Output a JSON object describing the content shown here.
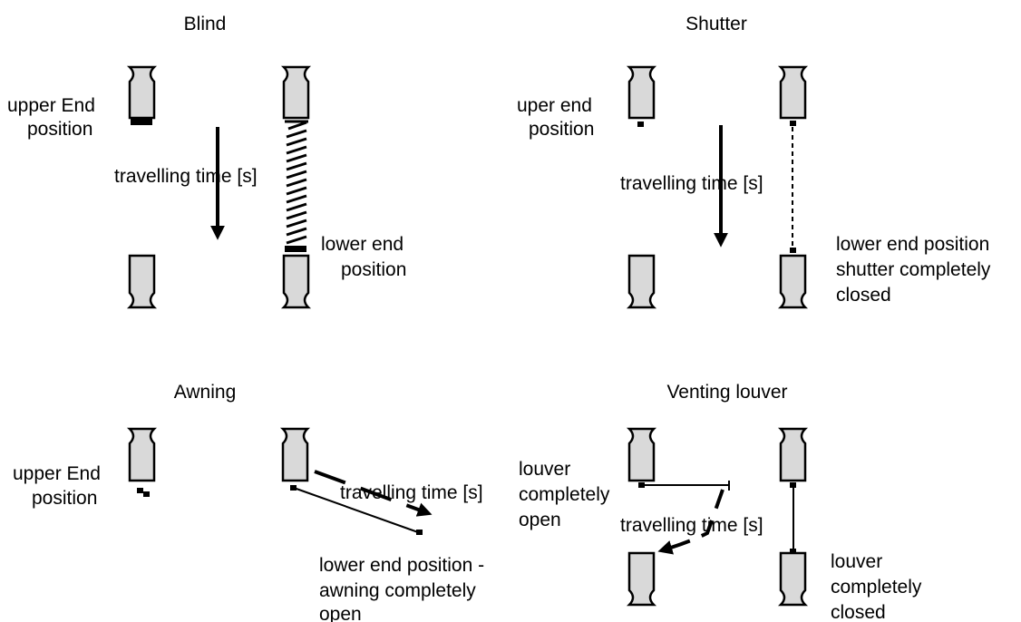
{
  "colors": {
    "wall_fill": "#d9d9d9",
    "ink": "#000000",
    "background": "#ffffff"
  },
  "blind": {
    "title": "Blind",
    "upper_label": [
      "upper End",
      "position"
    ],
    "time_label": "travelling time [s]",
    "lower_label": [
      "lower end",
      "position"
    ]
  },
  "shutter": {
    "title": "Shutter",
    "upper_label": [
      "uper end",
      "position"
    ],
    "time_label": "travelling time [s]",
    "lower_label": [
      "lower end position",
      "shutter completely",
      "closed"
    ]
  },
  "awning": {
    "title": "Awning",
    "upper_label": [
      "upper End",
      "position"
    ],
    "time_label": "travelling time [s]",
    "lower_label": [
      "lower end position -",
      "awning completely",
      "open"
    ]
  },
  "louver": {
    "title": "Venting louver",
    "open_label": [
      "louver",
      "completely",
      "open"
    ],
    "time_label": "travelling time [s]",
    "closed_label": [
      "louver",
      "completely",
      "closed"
    ]
  }
}
